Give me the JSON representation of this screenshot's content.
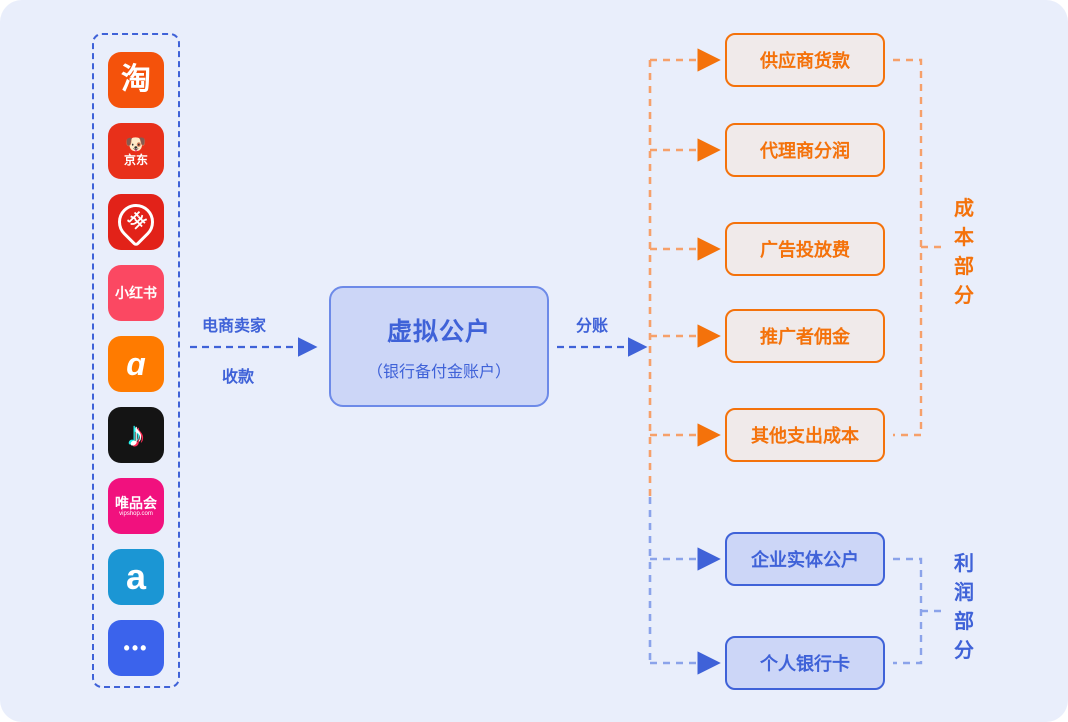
{
  "diagram": {
    "background_color": "#e9eefb",
    "accent_blue": "#3f62d8",
    "accent_orange": "#f4720b"
  },
  "platforms": {
    "container_name": "e-commerce-platform-group",
    "items": [
      {
        "name": "taobao",
        "glyph": "淘",
        "bg": "#f4520b",
        "text_color": "#ffffff",
        "font_size": 30,
        "sub": ""
      },
      {
        "name": "jingdong",
        "glyph": "🐕",
        "bg": "#e8301a",
        "text_color": "#ffffff",
        "font_size": 20,
        "sub": "京东"
      },
      {
        "name": "pinduoduo",
        "glyph": "拼",
        "bg": "#e22219",
        "text_color": "#ffffff",
        "font_size": 17,
        "sub": ""
      },
      {
        "name": "xiaohongshu",
        "glyph": "小红书",
        "bg": "#fb4862",
        "text_color": "#ffffff",
        "font_size": 14,
        "sub": ""
      },
      {
        "name": "alibaba",
        "glyph": "ɑ",
        "bg": "#ff7b00",
        "text_color": "#ffffff",
        "font_size": 30,
        "sub": ""
      },
      {
        "name": "douyin",
        "glyph": "♪",
        "bg": "#141414",
        "text_color": "#ffffff",
        "font_size": 34,
        "sub": ""
      },
      {
        "name": "vipshop",
        "glyph": "唯品会",
        "bg": "#f1117e",
        "text_color": "#ffffff",
        "font_size": 14,
        "sub": "vipshop.com"
      },
      {
        "name": "amazon",
        "glyph": "a",
        "bg": "#1b96d4",
        "text_color": "#ffffff",
        "font_size": 36,
        "sub": ""
      },
      {
        "name": "more",
        "glyph": "•••",
        "bg": "#3b63ec",
        "text_color": "#ffffff",
        "font_size": 18,
        "sub": ""
      }
    ]
  },
  "flow": {
    "inbound_label_top": "电商卖家",
    "inbound_label_bottom": "收款",
    "outbound_label": "分账"
  },
  "center": {
    "title": "虚拟公户",
    "subtitle": "（银行备付金账户）"
  },
  "outputs": {
    "cost": {
      "group_label": "成本部分",
      "items": [
        {
          "label": "供应商货款"
        },
        {
          "label": "代理商分润"
        },
        {
          "label": "广告投放费"
        },
        {
          "label": "推广者佣金"
        },
        {
          "label": "其他支出成本"
        }
      ]
    },
    "profit": {
      "group_label": "利润部分",
      "items": [
        {
          "label": "企业实体公户"
        },
        {
          "label": "个人银行卡"
        }
      ]
    }
  }
}
